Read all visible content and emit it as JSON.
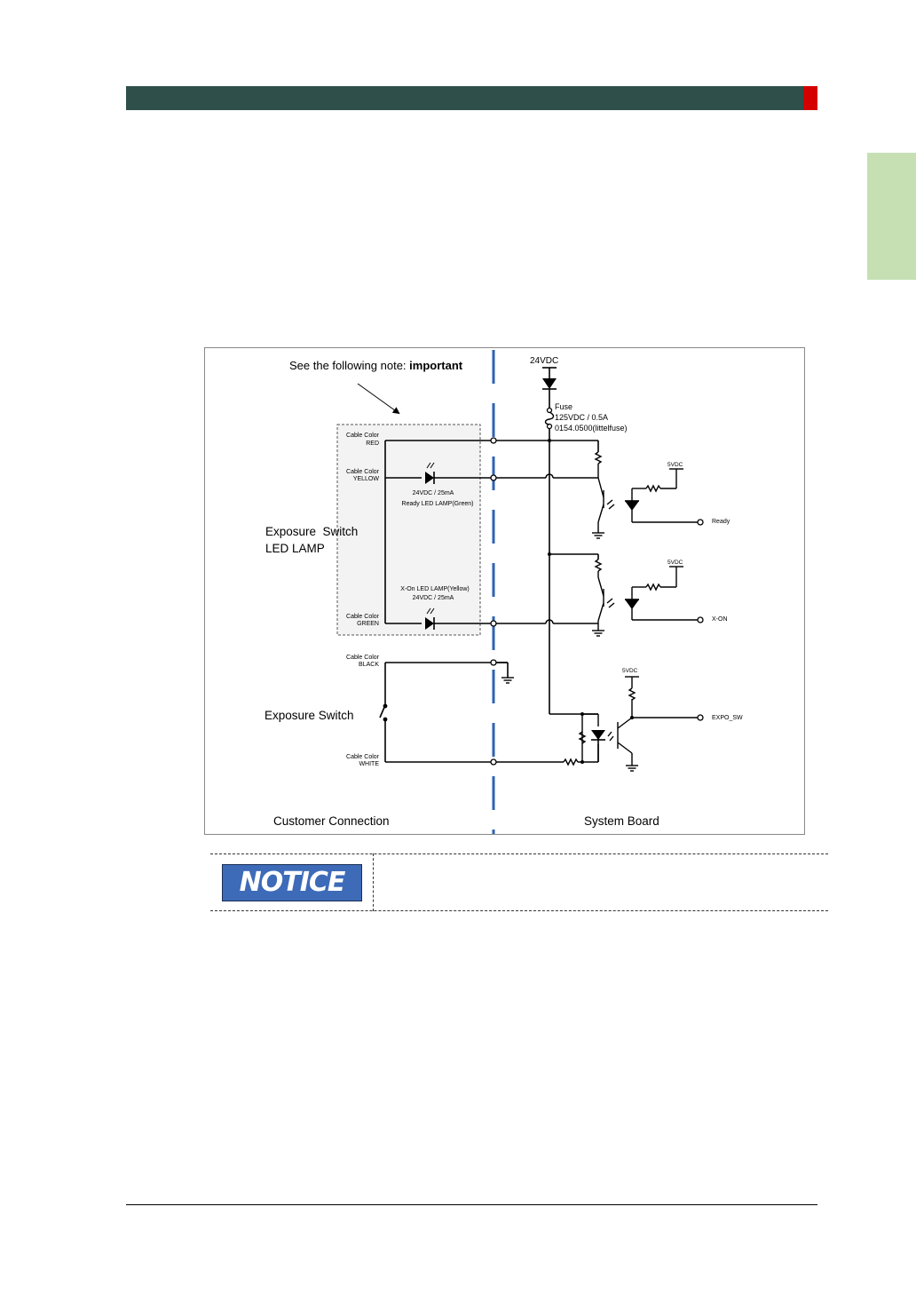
{
  "page": {
    "notice_badge": "NOTICE"
  },
  "diagram": {
    "note_prefix": "See the following note: ",
    "note_emphasis": "important",
    "supply_label": "24VDC",
    "fuse_lines": [
      "Fuse",
      "125VDC / 0.5A",
      "0154.0500(littelfuse)"
    ],
    "cable_color_label": "Cable Color",
    "cables": {
      "red": "RED",
      "yellow": "YELLOW",
      "green": "GREEN",
      "black": "BLACK",
      "white": "WHITE"
    },
    "ready_led": [
      "24VDC / 25mA",
      "Ready LED LAMP(Green)"
    ],
    "xon_led": [
      "X-On LED LAMP(Yellow)",
      "24VDC / 25mA"
    ],
    "group_label": [
      "Exposure  Switch",
      "LED LAMP"
    ],
    "switch_label": "Exposure Switch",
    "logic_supply": "5VDC",
    "outputs": {
      "ready": "Ready",
      "xon": "X-ON",
      "expo": "EXPO_SW"
    },
    "zones": {
      "left": "Customer Connection",
      "right": "System Board"
    }
  }
}
